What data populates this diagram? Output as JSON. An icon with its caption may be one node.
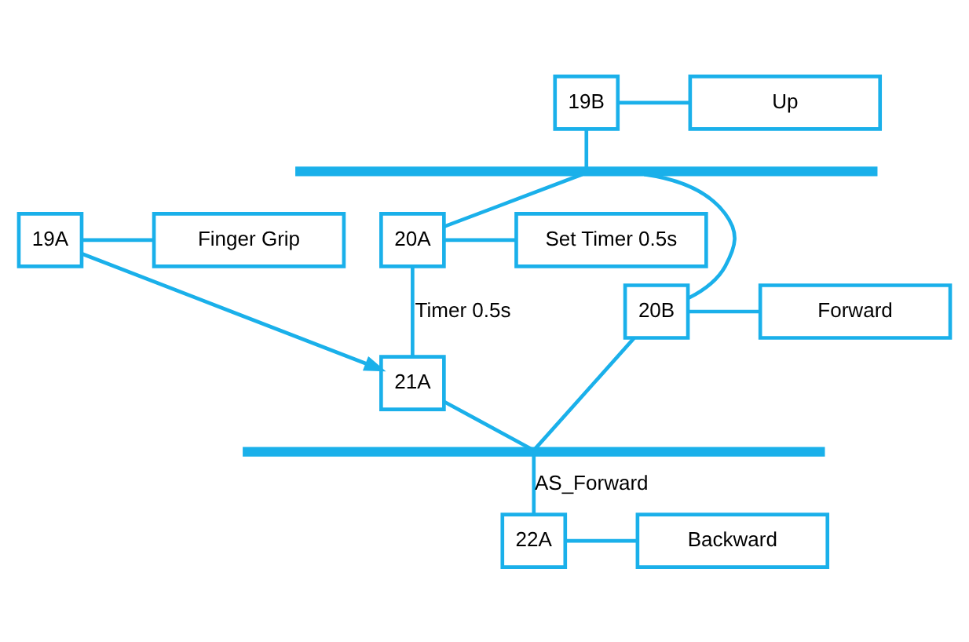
{
  "diagram": {
    "nodes": [
      {
        "text": [
          "19A"
        ]
      },
      {
        "text": [
          "Finger Grip"
        ]
      },
      {
        "text": [
          "19B"
        ]
      },
      {
        "text": [
          "Up"
        ]
      },
      {
        "text": [],
        "shape": "bar"
      },
      {
        "text": [
          "20A"
        ]
      },
      {
        "text": [
          "Set Timer 0.5s"
        ]
      },
      {
        "text": [
          "20B"
        ]
      },
      {
        "text": [
          "Forward"
        ]
      },
      {
        "text": [
          "21A"
        ]
      },
      {
        "text": [],
        "shape": "bar"
      },
      {
        "text": [
          "22A"
        ]
      },
      {
        "text": [
          "Backward"
        ]
      }
    ],
    "edges": [
      {
        "from": 0,
        "to": 1,
        "arrow": "none"
      },
      {
        "from": 2,
        "to": 3,
        "arrow": "none"
      },
      {
        "from": 2,
        "to": 4,
        "arrow": "none"
      },
      {
        "from": 4,
        "to": 5,
        "arrow": "none"
      },
      {
        "from": 4,
        "to": 7,
        "arrow": "none"
      },
      {
        "from": 5,
        "to": 6,
        "arrow": "none"
      },
      {
        "from": 7,
        "to": 8,
        "arrow": "none"
      },
      {
        "from": 0,
        "to": 9,
        "arrow": "to"
      },
      {
        "from": 5,
        "to": 9,
        "label": "Timer 0.5s",
        "arrow": "none"
      },
      {
        "from": 9,
        "to": 10,
        "arrow": "none"
      },
      {
        "from": 7,
        "to": 10,
        "arrow": "none"
      },
      {
        "from": 10,
        "to": 11,
        "label": "AS_Forward",
        "arrow": "none"
      },
      {
        "from": 11,
        "to": 12,
        "arrow": "none"
      }
    ]
  }
}
